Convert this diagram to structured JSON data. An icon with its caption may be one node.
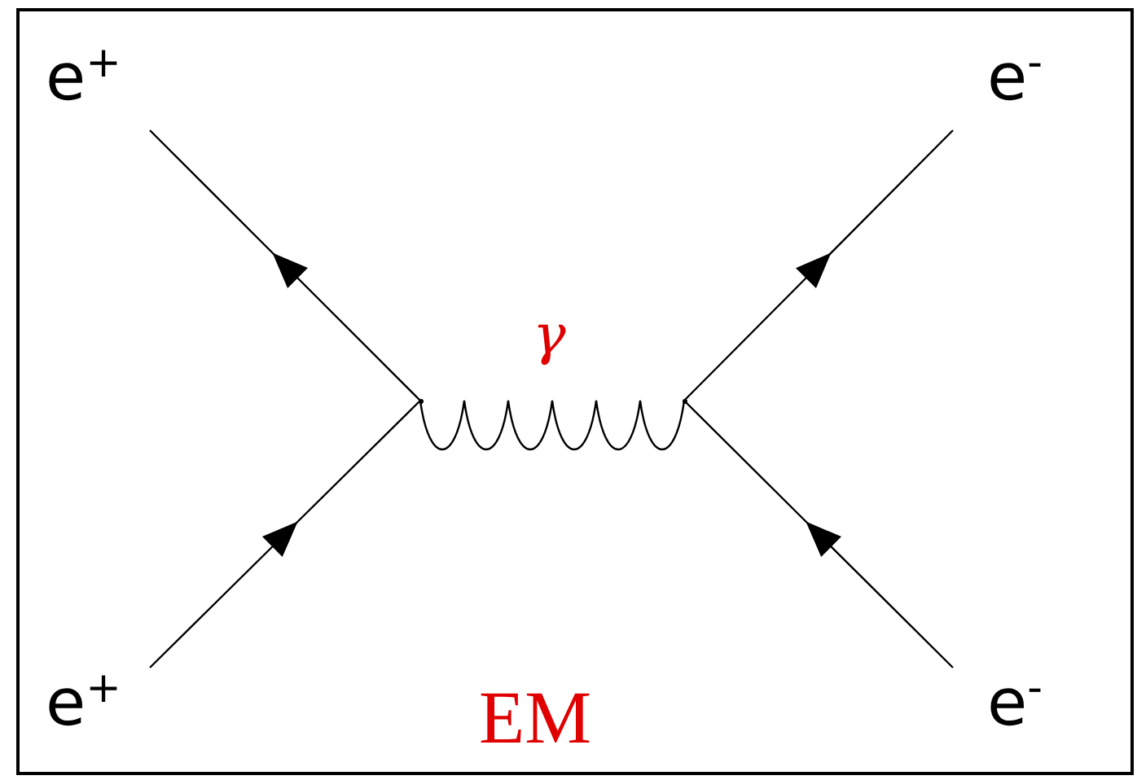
{
  "diagram": {
    "nodes": [
      {
        "text": [
          "e$^{+}$"
        ]
      },
      {
        "text": [
          "e$^{-}$"
        ]
      },
      {
        "text": [],
        "shape": "point"
      },
      {
        "text": [],
        "shape": "point"
      },
      {
        "text": [
          "e$^{+}$"
        ]
      },
      {
        "text": [
          "e$^{-}$"
        ]
      }
    ],
    "edges": [
      {
        "from": 2,
        "to": 0,
        "arrow": "to"
      },
      {
        "from": 4,
        "to": 2,
        "arrow": "to"
      },
      {
        "from": 2,
        "to": 3,
        "arrow": "none",
        "label": "γ"
      },
      {
        "from": 3,
        "to": 1,
        "arrow": "to"
      },
      {
        "from": 5,
        "to": 3,
        "arrow": "to"
      }
    ],
    "labels": [
      "EM"
    ]
  }
}
